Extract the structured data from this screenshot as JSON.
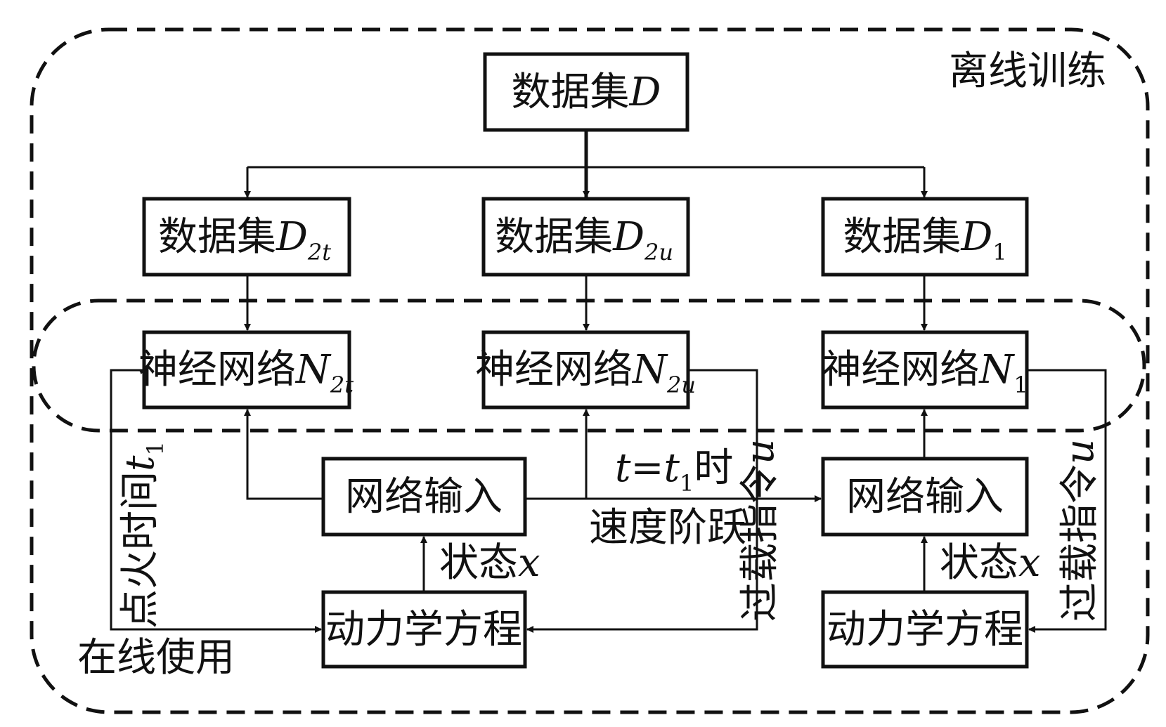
{
  "regions": {
    "offline_label": "离线训练",
    "online_label": "在线使用"
  },
  "datasets": {
    "main": {
      "text": "数据集",
      "symbol": "D"
    },
    "d2t": {
      "text": "数据集",
      "symbol": "D",
      "subscript": "2t"
    },
    "d2u": {
      "text": "数据集",
      "symbol": "D",
      "subscript": "2u"
    },
    "d1": {
      "text": "数据集",
      "symbol": "D",
      "subscript": "1"
    }
  },
  "networks": {
    "n2t": {
      "text": "神经网络",
      "symbol": "N",
      "subscript": "2t"
    },
    "n2u": {
      "text": "神经网络",
      "symbol": "N",
      "subscript": "2u"
    },
    "n1": {
      "text": "神经网络",
      "symbol": "N",
      "subscript": "1"
    }
  },
  "inputs": {
    "left": "网络输入",
    "right": "网络输入"
  },
  "dynamics": {
    "left": "动力学方程",
    "right": "动力学方程"
  },
  "labels": {
    "ignition_text": "点火时间",
    "ignition_symbol": "t",
    "ignition_sub": "1",
    "state_left_text": "状态",
    "state_left_symbol": "x",
    "state_right_text": "状态",
    "state_right_symbol": "x",
    "when_t": "t",
    "when_eq": "=",
    "when_t1": "t",
    "when_sub": "1",
    "when_suffix": "时",
    "speed_step": "速度阶跃",
    "overload_mid_text": "过载指令",
    "overload_mid_symbol": "u",
    "overload_right_text": "过载指令",
    "overload_right_symbol": "u"
  }
}
